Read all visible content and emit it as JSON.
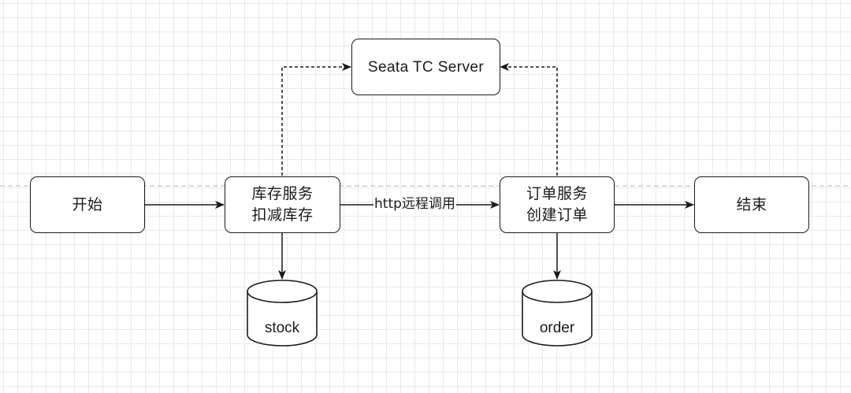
{
  "nodes": {
    "start": {
      "label": "开始"
    },
    "stock_service": {
      "line1": "库存服务",
      "line2": "扣减库存"
    },
    "order_service": {
      "line1": "订单服务",
      "line2": "创建订单"
    },
    "end": {
      "label": "结束"
    },
    "tc_server": {
      "label": "Seata TC Server"
    }
  },
  "databases": {
    "stock": {
      "label": "stock"
    },
    "order": {
      "label": "order"
    }
  },
  "edges": {
    "remote_call": {
      "label": "http远程调用"
    }
  },
  "colors": {
    "stroke": "#1a1a1a",
    "grid": "#e9e9e9",
    "background": "#ffffff",
    "page_break_line": "#b0b0b0"
  }
}
